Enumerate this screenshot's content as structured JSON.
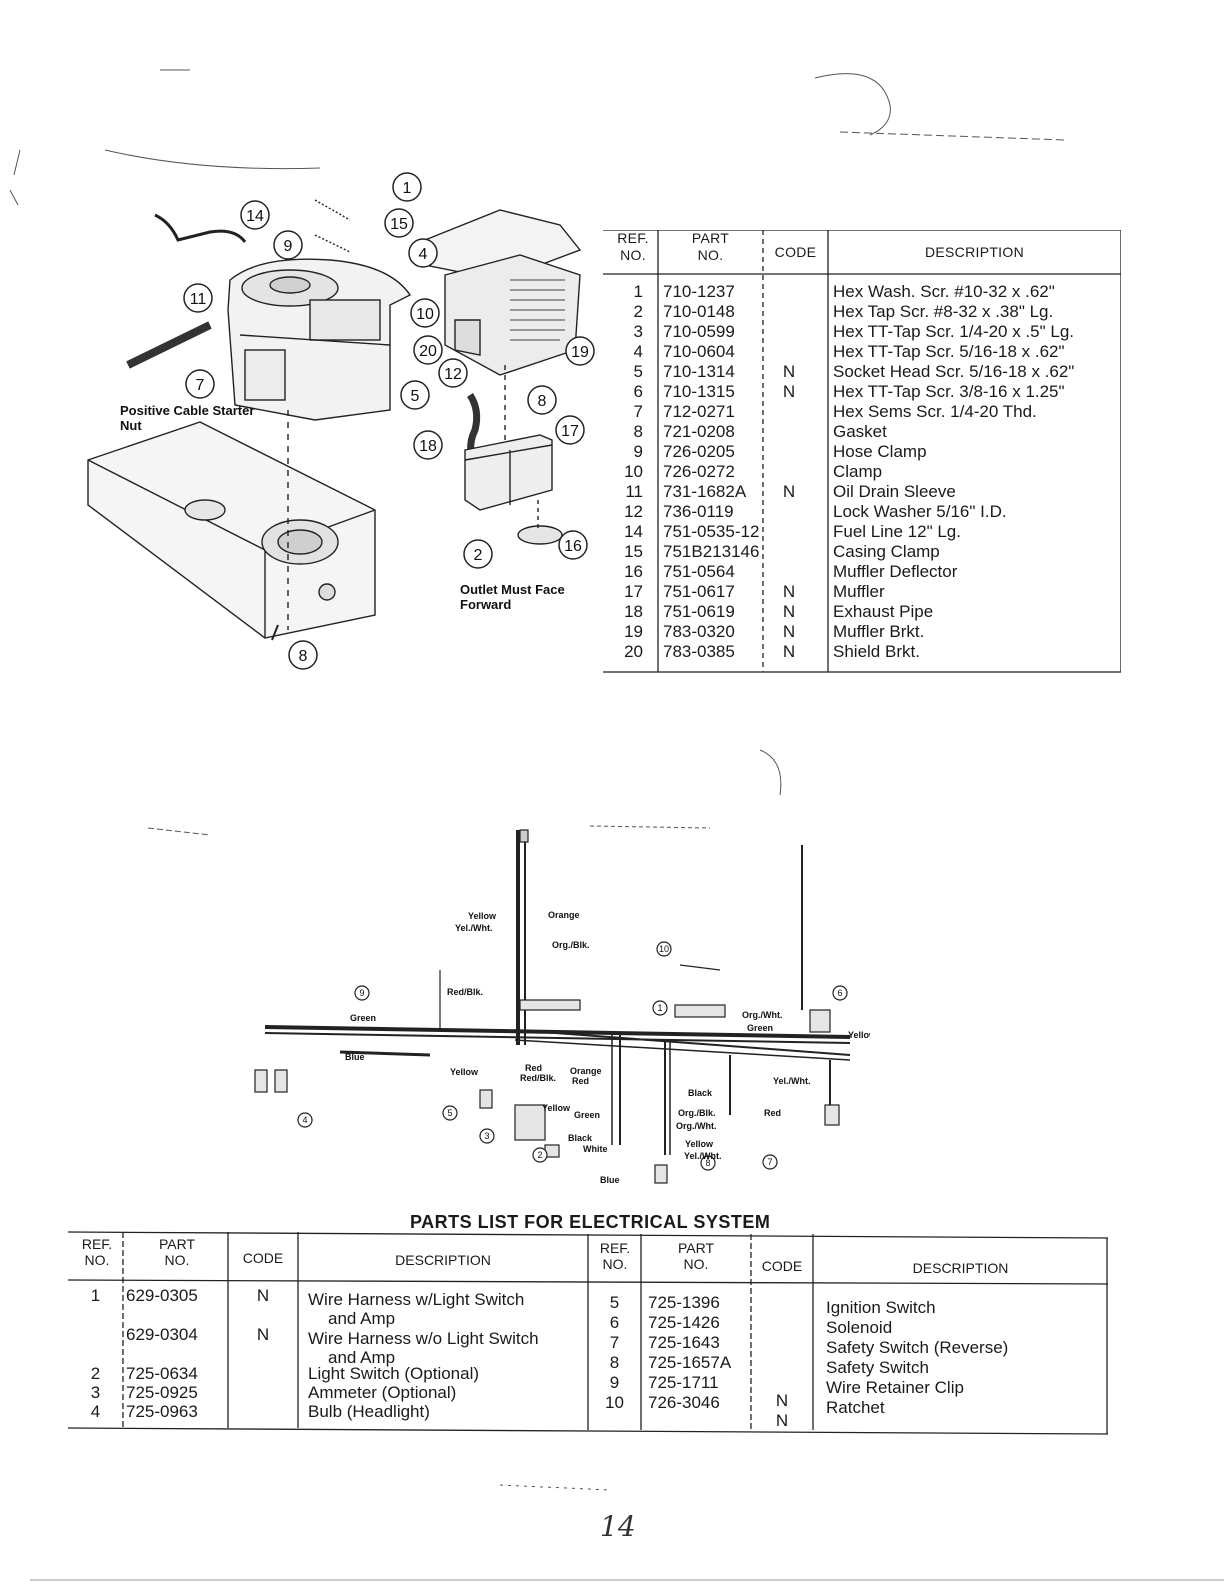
{
  "upper_table": {
    "headers": {
      "ref_no": "REF.\nNO.",
      "part_no": "PART\nNO.",
      "code": "CODE",
      "description": "DESCRIPTION"
    },
    "rows": [
      {
        "ref": "1",
        "part": "710-1237",
        "code": "",
        "desc": "Hex Wash. Scr. #10-32 x .62\""
      },
      {
        "ref": "2",
        "part": "710-0148",
        "code": "",
        "desc": "Hex Tap Scr. #8-32 x .38\" Lg."
      },
      {
        "ref": "3",
        "part": "710-0599",
        "code": "",
        "desc": "Hex TT-Tap Scr. 1/4-20 x .5\" Lg."
      },
      {
        "ref": "4",
        "part": "710-0604",
        "code": "",
        "desc": "Hex TT-Tap Scr. 5/16-18 x .62\""
      },
      {
        "ref": "5",
        "part": "710-1314",
        "code": "N",
        "desc": "Socket Head Scr. 5/16-18 x .62\""
      },
      {
        "ref": "6",
        "part": "710-1315",
        "code": "N",
        "desc": "Hex TT-Tap Scr. 3/8-16 x 1.25\""
      },
      {
        "ref": "7",
        "part": "712-0271",
        "code": "",
        "desc": "Hex Sems Scr. 1/4-20 Thd."
      },
      {
        "ref": "8",
        "part": "721-0208",
        "code": "",
        "desc": "Gasket"
      },
      {
        "ref": "9",
        "part": "726-0205",
        "code": "",
        "desc": "Hose Clamp"
      },
      {
        "ref": "10",
        "part": "726-0272",
        "code": "",
        "desc": "Clamp"
      },
      {
        "ref": "11",
        "part": "731-1682A",
        "code": "N",
        "desc": "Oil Drain Sleeve"
      },
      {
        "ref": "12",
        "part": "736-0119",
        "code": "",
        "desc": "Lock Washer 5/16\" I.D."
      },
      {
        "ref": "14",
        "part": "751-0535-12",
        "code": "",
        "desc": "Fuel Line 12\" Lg."
      },
      {
        "ref": "15",
        "part": "751B213146",
        "code": "",
        "desc": "Casing Clamp"
      },
      {
        "ref": "16",
        "part": "751-0564",
        "code": "",
        "desc": "Muffler Deflector"
      },
      {
        "ref": "17",
        "part": "751-0617",
        "code": "N",
        "desc": "Muffler"
      },
      {
        "ref": "18",
        "part": "751-0619",
        "code": "N",
        "desc": "Exhaust Pipe"
      },
      {
        "ref": "19",
        "part": "783-0320",
        "code": "N",
        "desc": "Muffler Brkt."
      },
      {
        "ref": "20",
        "part": "783-0385",
        "code": "N",
        "desc": "Shield Brkt."
      }
    ]
  },
  "upper_diagram": {
    "callouts": [
      "1",
      "15",
      "14",
      "9",
      "11",
      "7",
      "4",
      "10",
      "20",
      "12",
      "19",
      "5",
      "8",
      "18",
      "17",
      "2",
      "16",
      "8"
    ],
    "label_starter": "Positive Cable Starter",
    "label_nut": "Nut",
    "label_outlet_1": "Outlet Must Face",
    "label_outlet_2": "Forward"
  },
  "wiring_diagram": {
    "wire_labels": {
      "yellow_top": "Yellow",
      "orange_top": "Orange",
      "yel_wht_top": "Yel./Wht.",
      "org_blk_top": "Org./Blk.",
      "red_blk": "Red/Blk.",
      "green_left": "Green",
      "blue_left": "Blue",
      "org_wht_right": "Org./Wht.",
      "green_right": "Green",
      "yellow_blk": "Yellow/Blk.",
      "yel_wht_right": "Yel./Wht.",
      "yellow_mid": "Yellow",
      "red_mid": "Red",
      "red_blk_mid": "Red/Blk.",
      "orange_mid": "Orange",
      "red_mid2": "Red",
      "black_right": "Black",
      "red_right": "Red",
      "yellow_sw": "Yellow",
      "green_sw": "Green",
      "org_blk_bot": "Org./Blk.",
      "org_wht_bot": "Org./Wht.",
      "yellow_bot": "Yellow",
      "yel_wht_bot": "Yel./Wht.",
      "black_bot": "Black",
      "white_bot": "White",
      "blue_bot": "Blue"
    },
    "callouts": [
      "1",
      "2",
      "3",
      "4",
      "5",
      "6",
      "7",
      "8",
      "9",
      "10"
    ]
  },
  "elec_title": "PARTS LIST FOR ELECTRICAL SYSTEM",
  "elec_table": {
    "headers": {
      "ref_no": "REF.\nNO.",
      "part_no": "PART\nNO.",
      "code": "CODE",
      "description": "DESCRIPTION"
    },
    "left": [
      {
        "ref": "1",
        "part": "629-0305",
        "code": "N",
        "desc": "Wire Harness w/Light Switch",
        "desc2": "and Amp"
      },
      {
        "ref": "",
        "part": "629-0304",
        "code": "N",
        "desc": "Wire Harness w/o Light Switch",
        "desc2": "and Amp"
      },
      {
        "ref": "2",
        "part": "725-0634",
        "code": "",
        "desc": "Light Switch (Optional)",
        "desc2": ""
      },
      {
        "ref": "3",
        "part": "725-0925",
        "code": "",
        "desc": "Ammeter (Optional)",
        "desc2": ""
      },
      {
        "ref": "4",
        "part": "725-0963",
        "code": "",
        "desc": "Bulb (Headlight)",
        "desc2": ""
      }
    ],
    "right": [
      {
        "ref": "5",
        "part": "725-1396",
        "code": "",
        "desc": "Ignition Switch"
      },
      {
        "ref": "6",
        "part": "725-1426",
        "code": "",
        "desc": "Solenoid"
      },
      {
        "ref": "7",
        "part": "725-1643",
        "code": "",
        "desc": "Safety Switch (Reverse)"
      },
      {
        "ref": "8",
        "part": "725-1657A",
        "code": "",
        "desc": "Safety Switch"
      },
      {
        "ref": "9",
        "part": "725-1711",
        "code": "N",
        "desc": "Wire Retainer Clip"
      },
      {
        "ref": "10",
        "part": "726-3046",
        "code": "N",
        "desc": "Ratchet"
      }
    ]
  },
  "page_number": "14"
}
